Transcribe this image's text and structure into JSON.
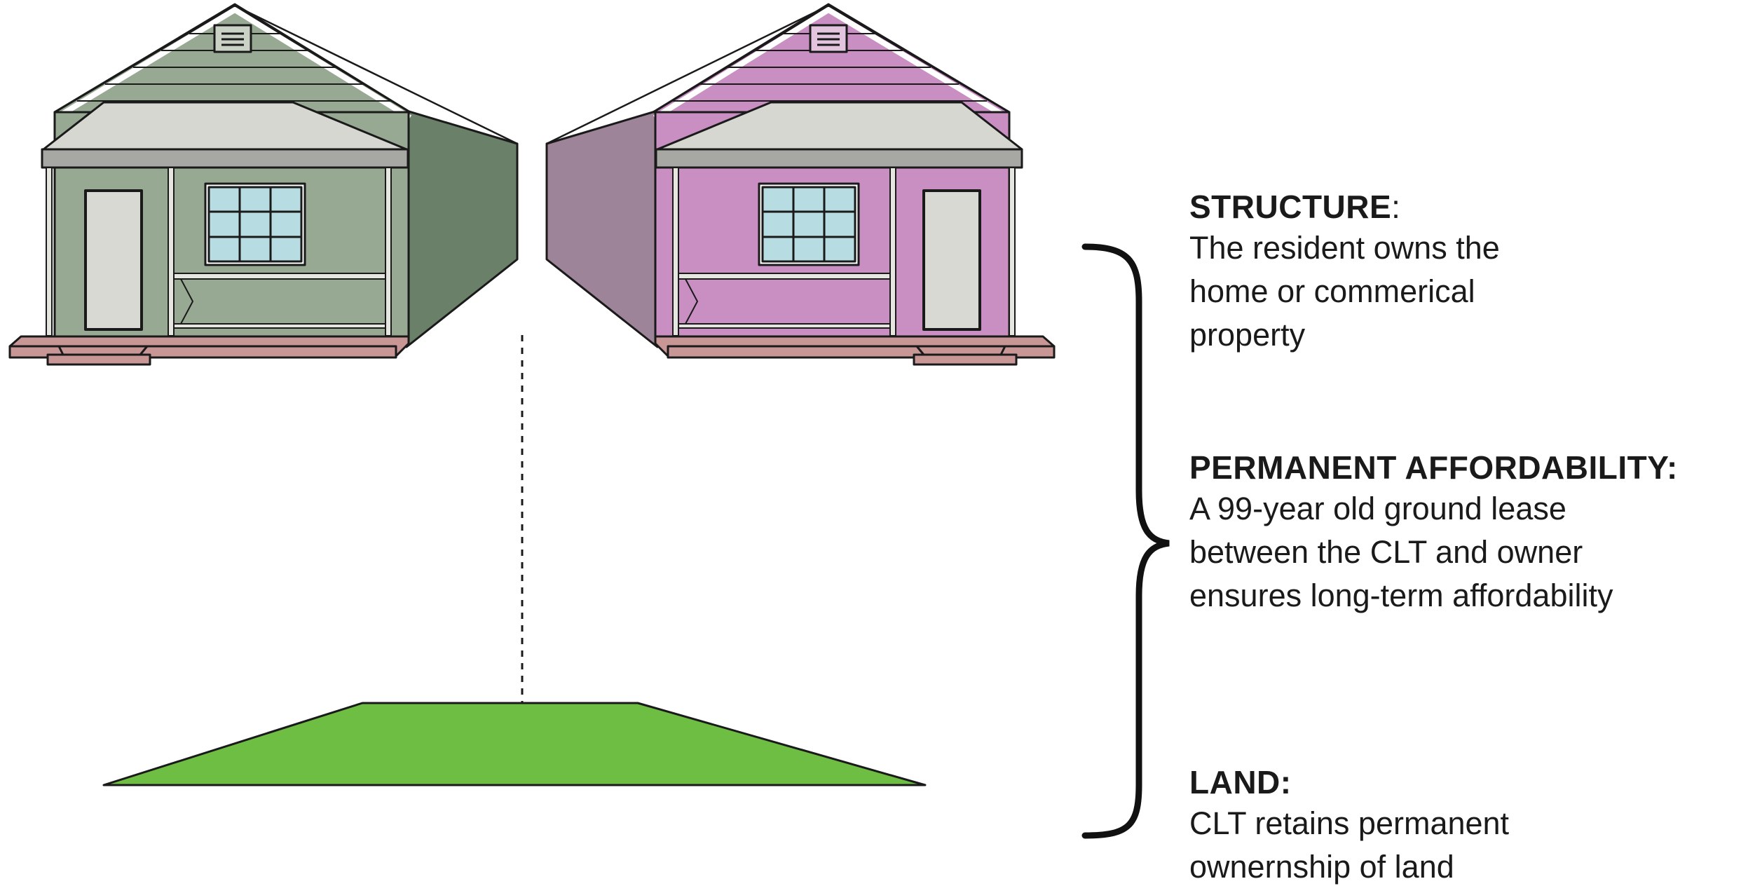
{
  "labels": {
    "structure": {
      "heading": "STRUCTURE",
      "suffix": ":",
      "text": "The resident owns the\nhome or commerical\nproperty"
    },
    "affordability": {
      "heading": "PERMANENT AFFORDABILITY:",
      "text": "A 99-year old ground lease\nbetween the CLT and owner\nensures long-term affordability"
    },
    "land": {
      "heading": "LAND:",
      "text": "CLT retains permanent\nownernship of land"
    }
  },
  "colors": {
    "green_house": "#98a993",
    "green_house_dark": "#6b8068",
    "pink_house": "#c98fc2",
    "pink_house_dark": "#9e8499",
    "roof": "#d7d7d2",
    "window": "#b7dde3",
    "foundation": "#c99696",
    "land": "#6fbe44"
  }
}
